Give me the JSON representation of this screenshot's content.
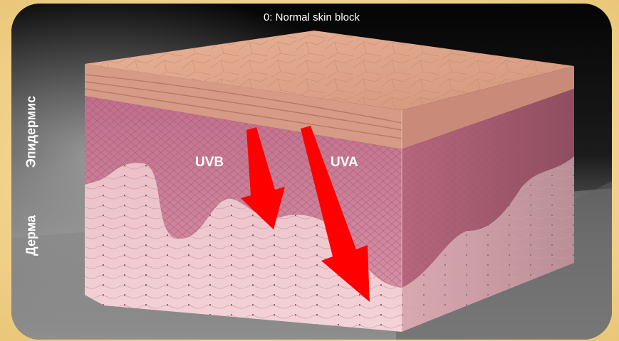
{
  "caption": "0: Normal skin block",
  "labels": {
    "epidermis": "Эпидермис",
    "dermis": "Дерма",
    "uvb": "UVB",
    "uva": "UVA"
  },
  "colors": {
    "background": "#f2d897",
    "arrow": "#ff0000",
    "skin_top": "#e2a48a",
    "epidermis": "#c67a92",
    "dermis": "#efc6cc"
  },
  "icons": {
    "uvb_arrow": "arrow-down-icon",
    "uva_arrow": "arrow-down-icon"
  }
}
